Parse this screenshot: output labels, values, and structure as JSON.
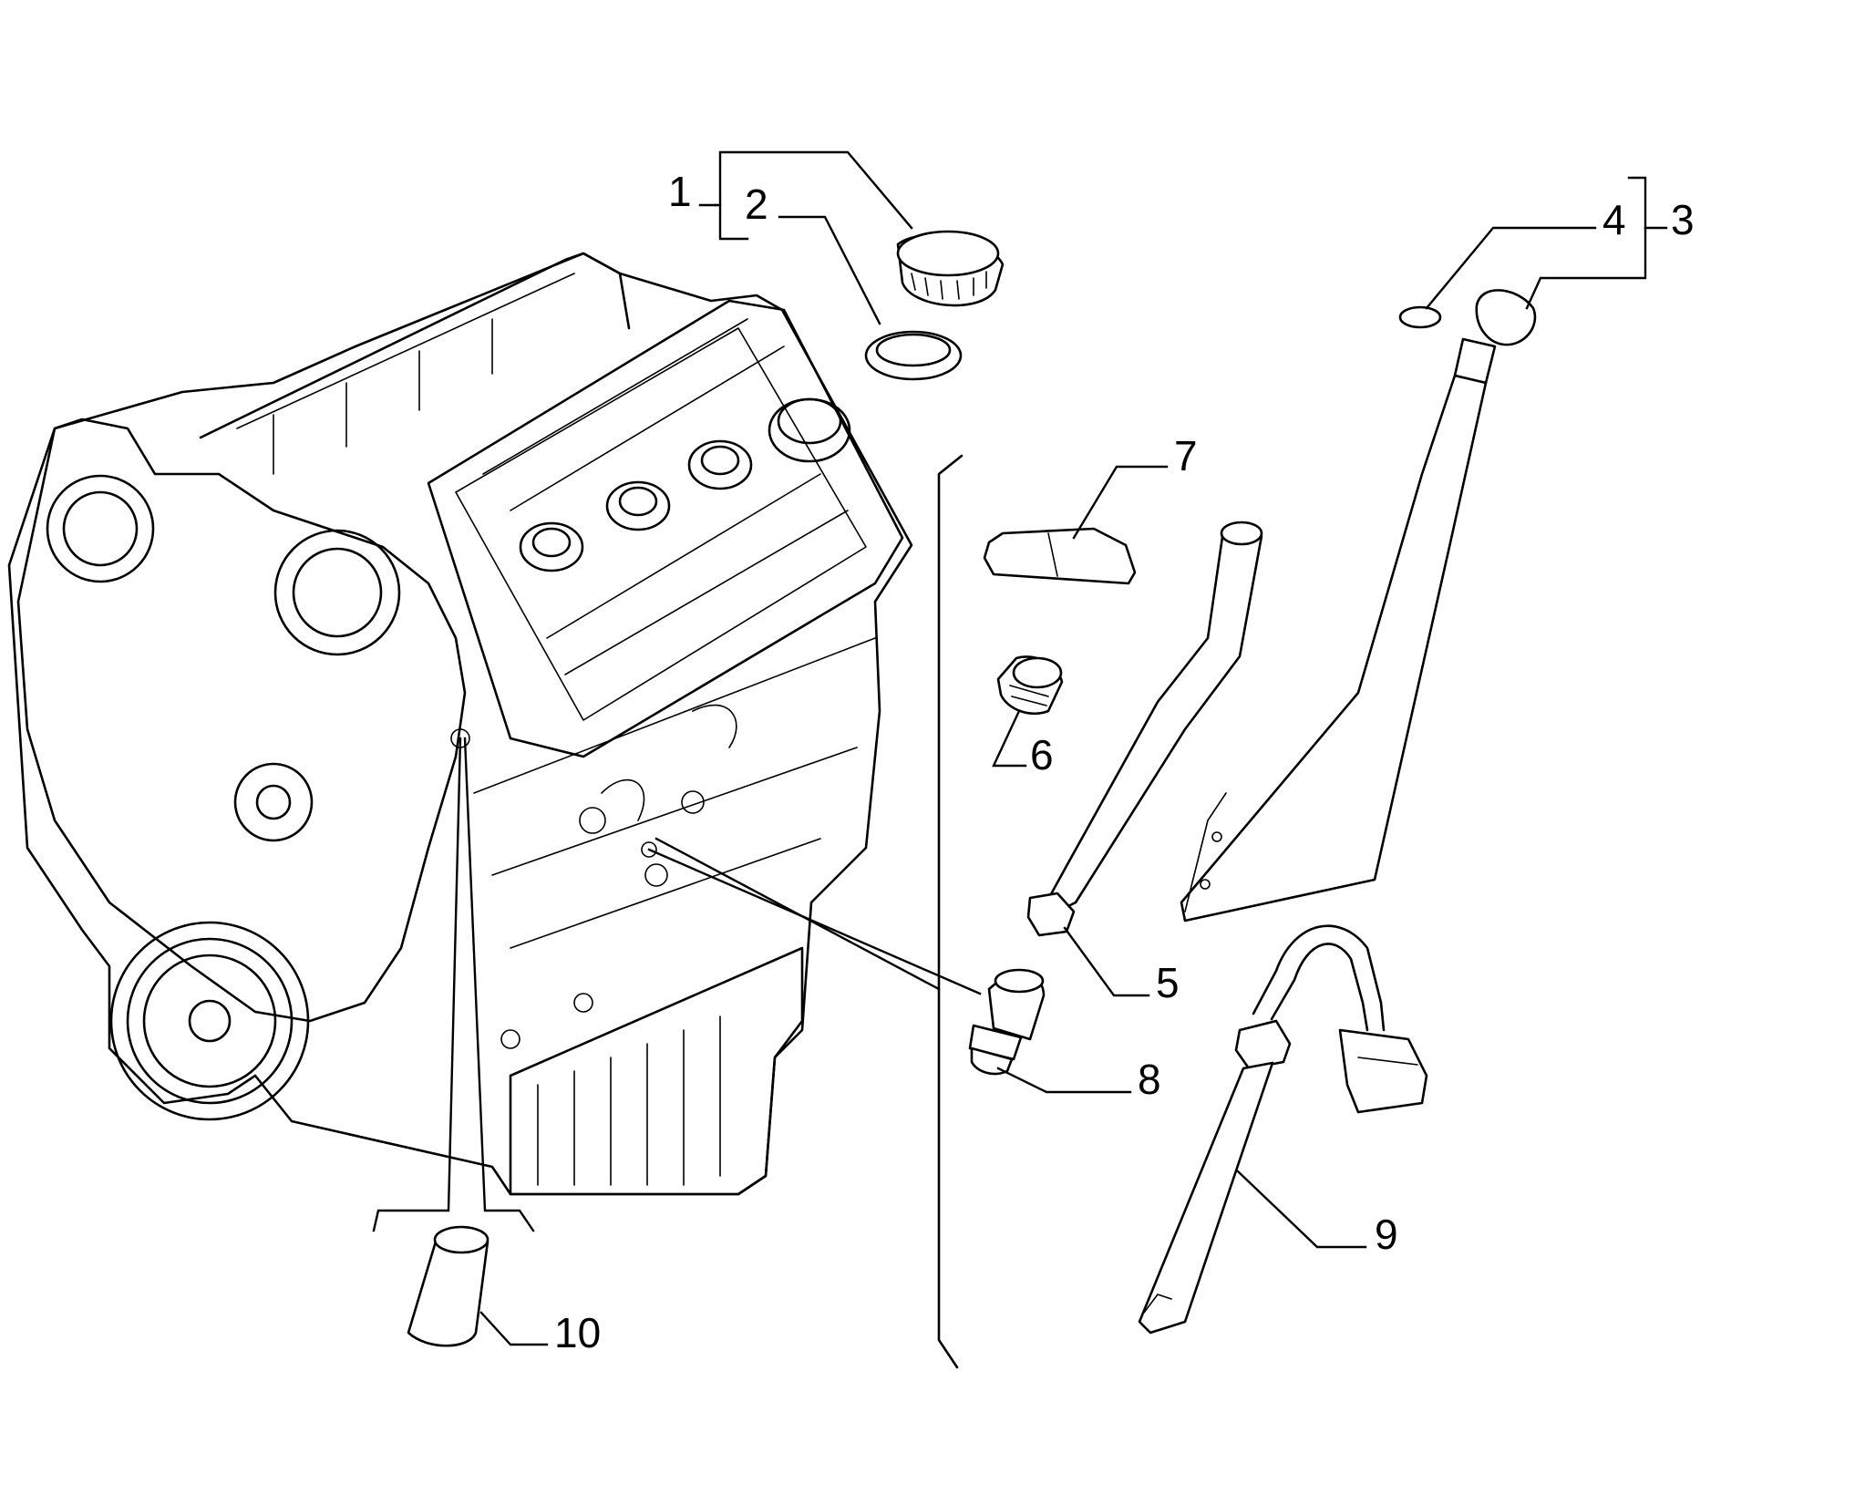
{
  "callouts": [
    {
      "id": "1",
      "label": "1"
    },
    {
      "id": "2",
      "label": "2"
    },
    {
      "id": "3",
      "label": "3"
    },
    {
      "id": "4",
      "label": "4"
    },
    {
      "id": "5",
      "label": "5"
    },
    {
      "id": "6",
      "label": "6"
    },
    {
      "id": "7",
      "label": "7"
    },
    {
      "id": "8",
      "label": "8"
    },
    {
      "id": "9",
      "label": "9"
    },
    {
      "id": "10",
      "label": "10"
    }
  ],
  "icons": {
    "engine": "engine-block-icon",
    "oil_filler_cap": "oil-filler-cap-icon",
    "cap_seal": "seal-ring-icon",
    "dipstick": "dipstick-icon",
    "o_ring": "o-ring-icon",
    "dipstick_tube": "dipstick-tube-icon",
    "plug": "plug-icon",
    "cover": "cover-plate-icon",
    "oil_pressure_sender": "pressure-sender-icon",
    "level_sensor": "oil-level-sensor-icon",
    "oil_filter": "oil-filter-icon"
  },
  "colors": {
    "line": "#000000",
    "background": "#ffffff"
  }
}
